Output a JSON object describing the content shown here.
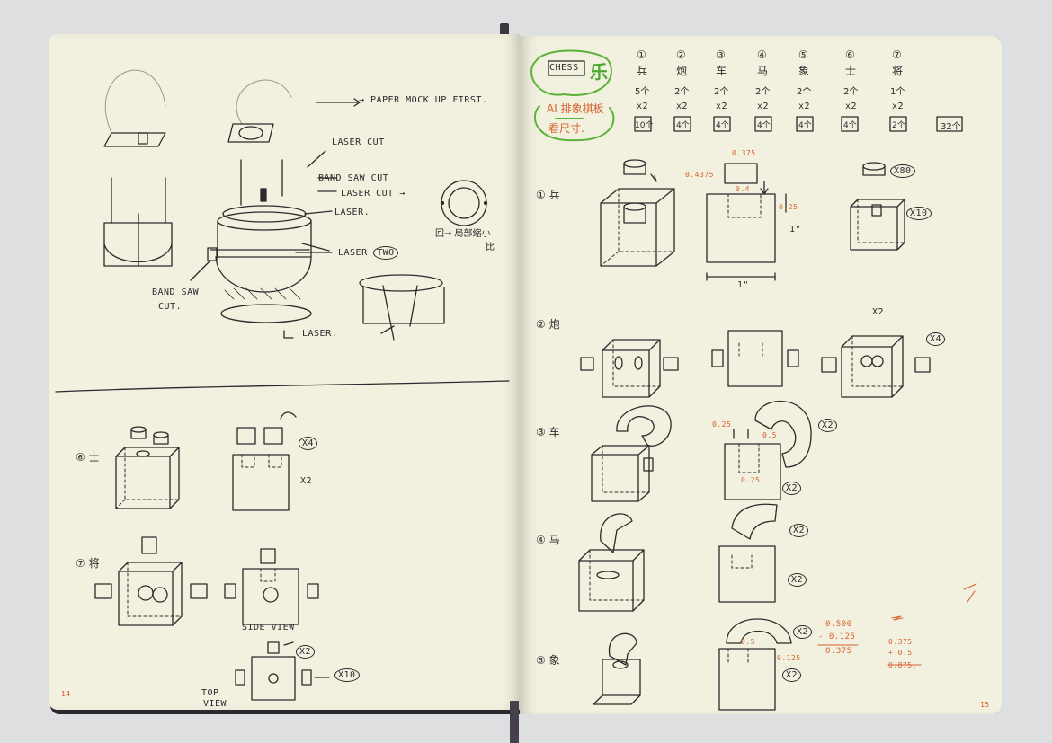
{
  "left_page": {
    "page_number": "14",
    "notes": {
      "paper_mockup": "→ PAPER MOCK UP FIRST.",
      "laser_cut_1": "LASER CUT",
      "band_saw_cut": "BAND SAW CUT",
      "laser_cut_2": "LASER CUT →",
      "laser_1": "LASER.",
      "laser_two": "LASER",
      "two": "TWO",
      "laser_bottom": "LASER.",
      "band_saw_left_1": "BAND SAW",
      "band_saw_left_2": "CUT.",
      "ring_note_1": "回→ 局部缩小",
      "ring_note_2": "比"
    },
    "pieces": [
      {
        "num": "⑥",
        "name": "士",
        "mult": "X2",
        "count": "X4"
      },
      {
        "num": "⑦",
        "name": "将",
        "side_view": "SIDE VIEW",
        "top_view_1": "TOP",
        "top_view_2": "VIEW",
        "count_top": "X2",
        "count_side": "X10"
      }
    ]
  },
  "right_page": {
    "page_number": "15",
    "chess_label": "CHESS",
    "chess_char": "乐",
    "green_note_1": "AI 排象棋板",
    "green_note_2": "看尺寸.",
    "table": {
      "nums": [
        "①",
        "②",
        "③",
        "④",
        "⑤",
        "⑥",
        "⑦"
      ],
      "names": [
        "兵",
        "炮",
        "车",
        "马",
        "象",
        "士",
        "将"
      ],
      "counts": [
        "5个",
        "2个",
        "2个",
        "2个",
        "2个",
        "2个",
        "1个"
      ],
      "mults": [
        "x2",
        "x2",
        "x2",
        "x2",
        "x2",
        "x2",
        "x2"
      ],
      "totals": [
        "10个",
        "4个",
        "4个",
        "4个",
        "4个",
        "4个",
        "2个"
      ],
      "grand_total": "32个"
    },
    "pieces": [
      {
        "num": "①",
        "name": "兵",
        "dims": [
          "0.375",
          "0.4375",
          "0.4",
          "0.25",
          "1\"",
          "1\""
        ],
        "count_1": "X80",
        "count_2": "X10"
      },
      {
        "num": "②",
        "name": "炮",
        "mult": "X2",
        "count": "X4"
      },
      {
        "num": "③",
        "name": "车",
        "dims": [
          "0.25",
          "0.5",
          "0.25"
        ],
        "count_1": "X2",
        "count_2": "X2"
      },
      {
        "num": "④",
        "name": "马",
        "count_1": "X2",
        "count_2": "X2"
      },
      {
        "num": "⑤",
        "name": "象",
        "dims": [
          "0.5",
          "0.125"
        ],
        "count_1": "X2",
        "count_2": "X2"
      }
    ],
    "calc_1": [
      "0.500",
      "- 0.125",
      "0.375"
    ],
    "calc_2": [
      "0.375",
      "+ 0.5",
      "0.875."
    ]
  },
  "colors": {
    "ink": "#2b2a2c",
    "paper": "#f2f0df",
    "orange": "#d7622e",
    "green": "#5cb33a",
    "cover": "#2b2830"
  }
}
